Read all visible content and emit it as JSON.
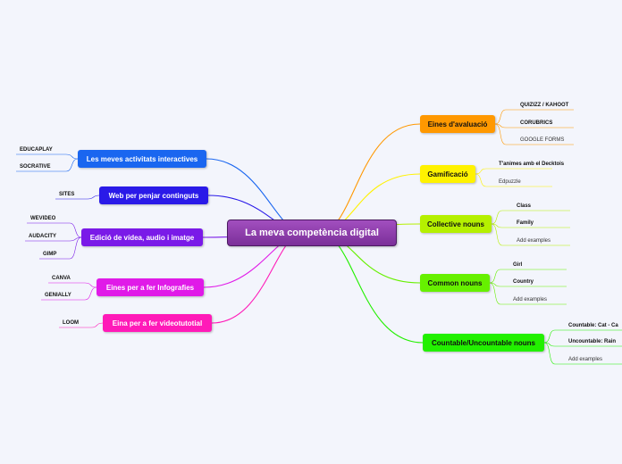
{
  "root": {
    "label": "La meva competència digital",
    "color": "#8e3fad"
  },
  "right": [
    {
      "label": "Eines d'avaluació",
      "color": "#ff9800",
      "text_color": "#111111",
      "leaves": [
        {
          "label": "QUIZIZZ / KAHOOT",
          "bold": true
        },
        {
          "label": "CORUBRICS",
          "bold": true
        },
        {
          "label": "GOOGLE FORMS",
          "bold": false
        }
      ]
    },
    {
      "label": "Gamificació",
      "color": "#fff200",
      "text_color": "#111111",
      "leaves": [
        {
          "label": "T'animes amb el Decktois",
          "bold": true
        },
        {
          "label": "Edpuzzle",
          "bold": false
        }
      ]
    },
    {
      "label": "Collective nouns",
      "color": "#b5f000",
      "text_color": "#111111",
      "leaves": [
        {
          "label": "Class",
          "bold": true
        },
        {
          "label": "Family",
          "bold": true
        },
        {
          "label": "Add examples",
          "bold": false
        }
      ]
    },
    {
      "label": "Common nouns",
      "color": "#66f000",
      "text_color": "#111111",
      "leaves": [
        {
          "label": "Girl",
          "bold": true
        },
        {
          "label": "Country",
          "bold": true
        },
        {
          "label": "Add examples",
          "bold": false
        }
      ]
    },
    {
      "label": "Countable/Uncountable nouns",
      "color": "#22f000",
      "text_color": "#111111",
      "leaves": [
        {
          "label": "Countable: Cat - Ca",
          "bold": true
        },
        {
          "label": "Uncountable: Rain",
          "bold": true
        },
        {
          "label": "Add examples",
          "bold": false
        }
      ]
    }
  ],
  "left": [
    {
      "label": "Les meves activitats interactives",
      "color": "#1a66f0",
      "text_color": "#ffffff",
      "leaves": [
        {
          "label": "EDUCAPLAY",
          "bold": true
        },
        {
          "label": "SOCRATIVE",
          "bold": true
        }
      ]
    },
    {
      "label": "Web per penjar continguts",
      "color": "#2a1ae8",
      "text_color": "#ffffff",
      "leaves": [
        {
          "label": "SITES",
          "bold": true
        }
      ]
    },
    {
      "label": "Edició de vídea, audio i imatge",
      "color": "#7a1ae8",
      "text_color": "#ffffff",
      "leaves": [
        {
          "label": "WEVIDEO",
          "bold": true
        },
        {
          "label": "AUDACITY",
          "bold": true
        },
        {
          "label": "GIMP",
          "bold": true
        }
      ]
    },
    {
      "label": "Eines per a fer Infografies",
      "color": "#e01ae8",
      "text_color": "#ffffff",
      "leaves": [
        {
          "label": "CANVA",
          "bold": true
        },
        {
          "label": "GENIALLY",
          "bold": true
        }
      ]
    },
    {
      "label": "Eina per a fer videotutotial",
      "color": "#ff1ab8",
      "text_color": "#ffffff",
      "leaves": [
        {
          "label": "LOOM",
          "bold": true
        }
      ]
    }
  ]
}
